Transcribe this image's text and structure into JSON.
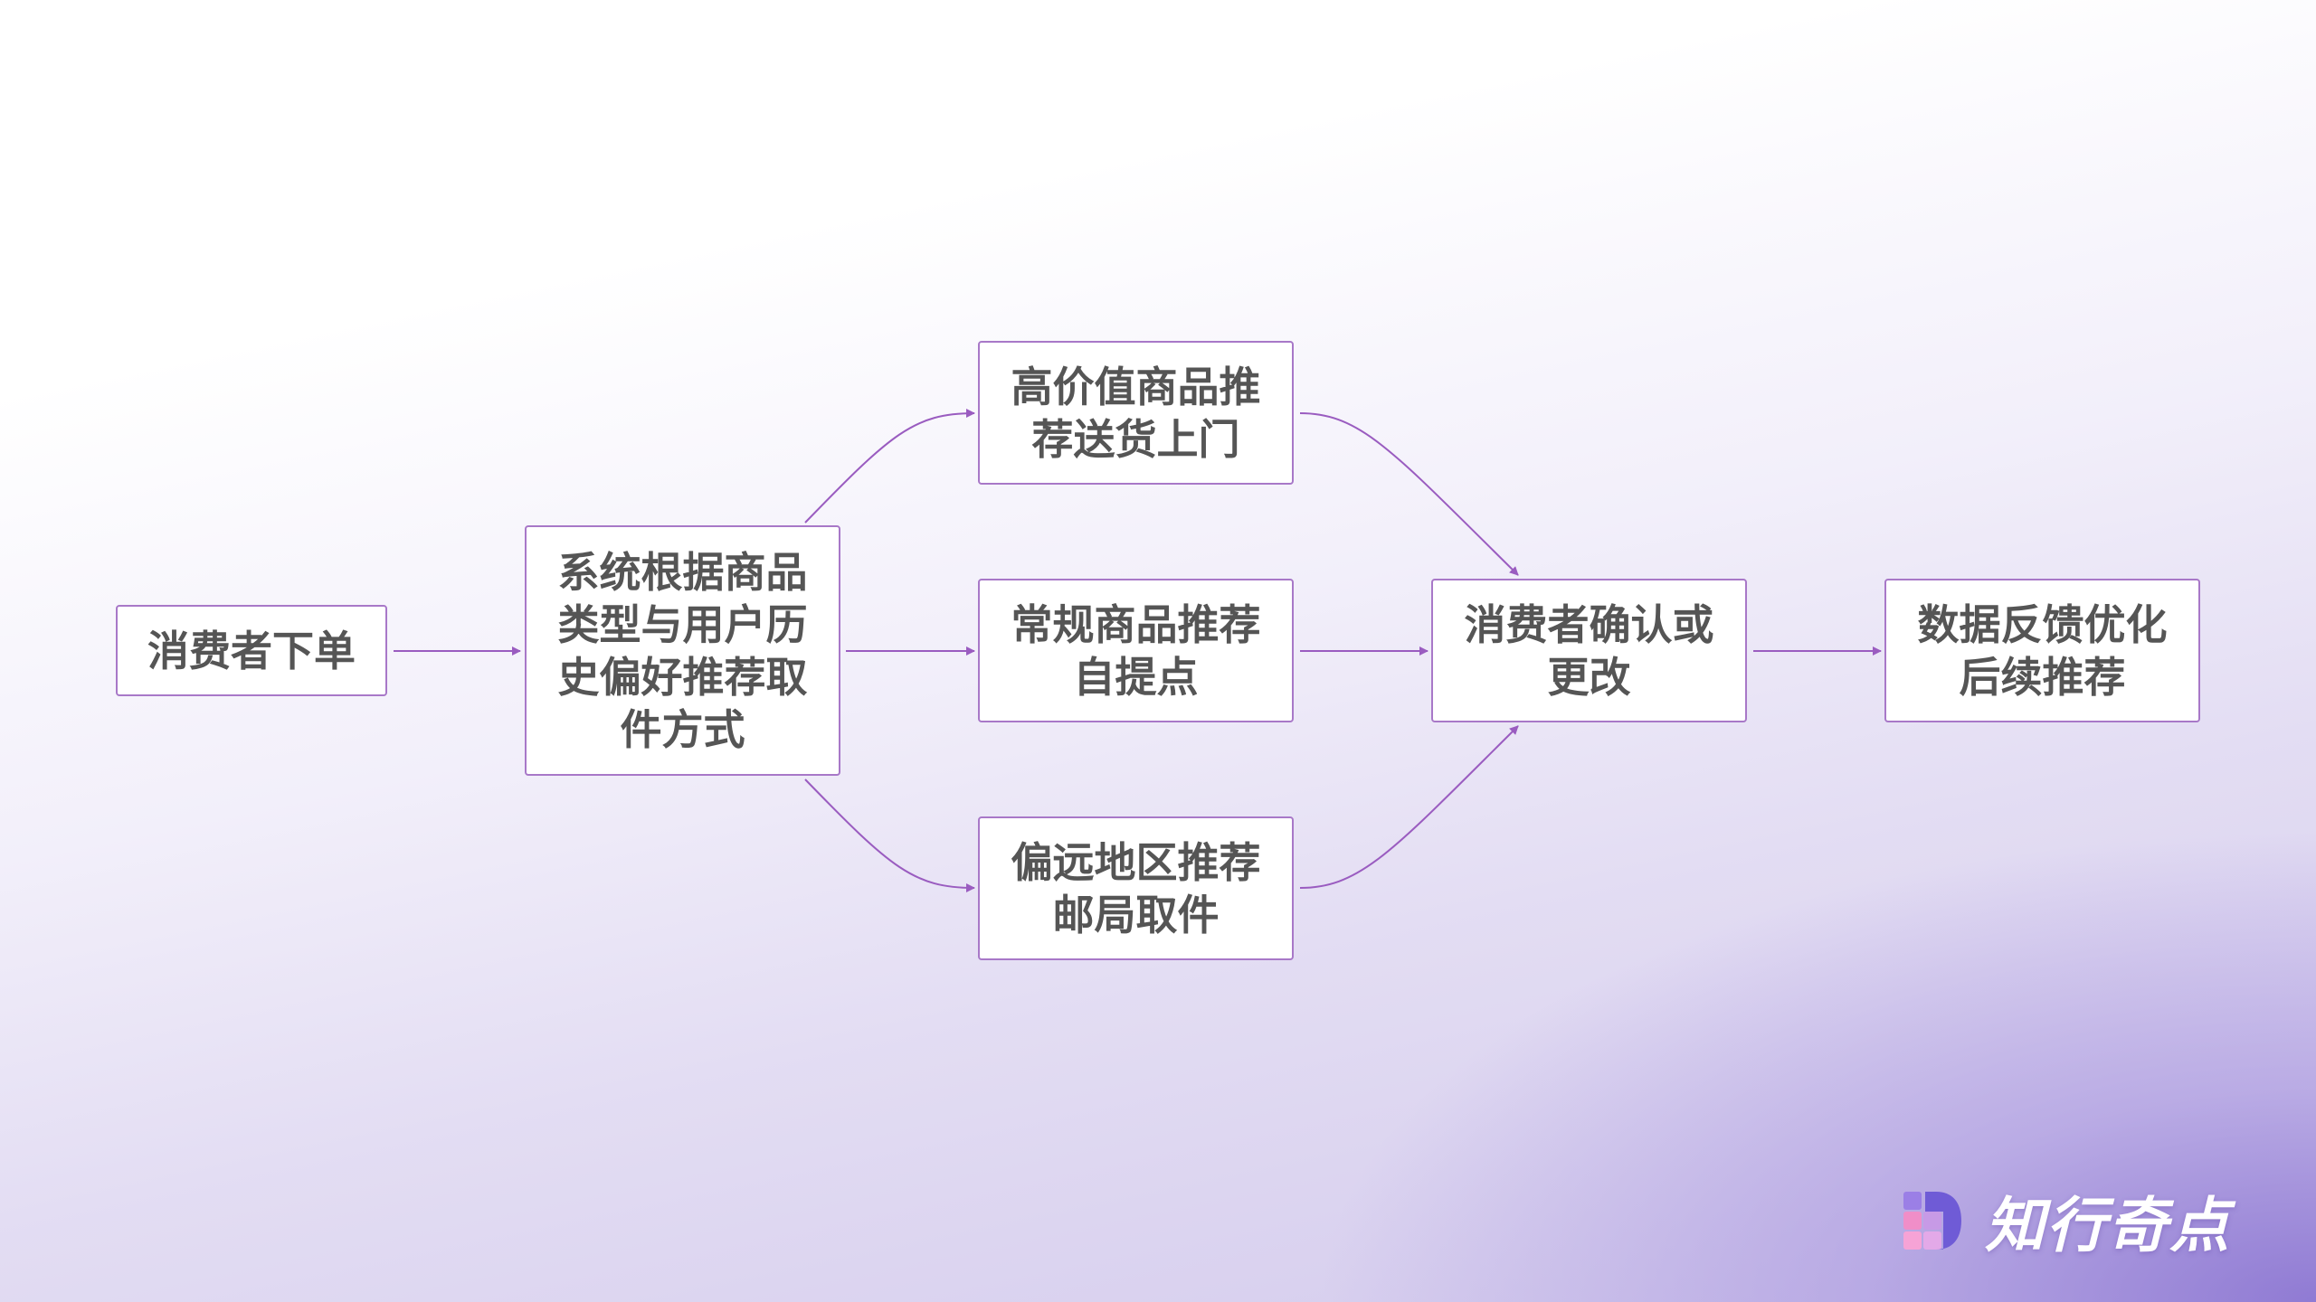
{
  "diagram": {
    "nodes": {
      "order": "消费者下单",
      "recommend": "系统根据商品类型与用户历史偏好推荐取件方式",
      "high_value": "高价值商品推荐送货上门",
      "regular": "常规商品推荐自提点",
      "remote": "偏远地区推荐邮局取件",
      "confirm": "消费者确认或更改",
      "feedback": "数据反馈优化后续推荐"
    },
    "colors": {
      "node_border": "#a878c8",
      "edge": "#9a5cc0",
      "text": "#555555"
    }
  },
  "logo": {
    "text": "知行奇点",
    "icon": "brand-logo-icon"
  }
}
